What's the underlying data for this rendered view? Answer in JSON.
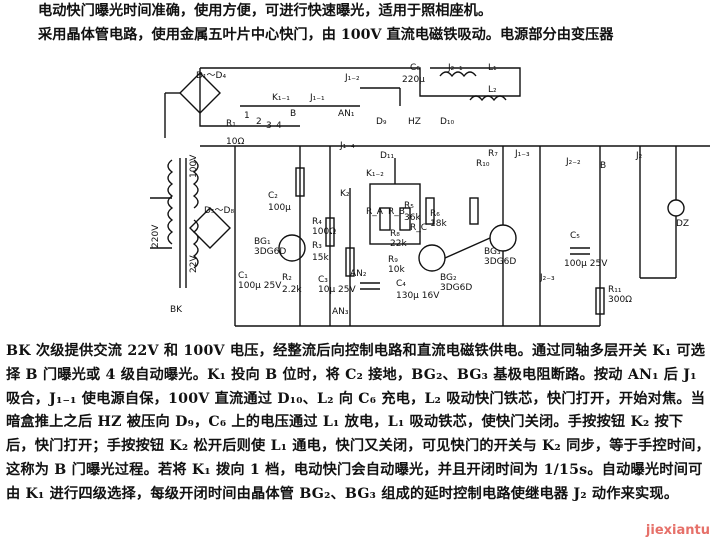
{
  "text": {
    "line1": "电动快门曝光时间准确，使用方便，可进行快速曝光，适用于照相座机。",
    "line2": "采用晶体管电路，使用金属五叶片中心快门，由 100V 直流电磁铁吸动。电源部分由变压器",
    "paragraph": "BK 次级提供交流 22V 和 100V 电压，经整流后向控制电路和直流电磁铁供电。通过同轴多层开关 K₁ 可选择 B 门曝光或 4 级自动曝光。K₁ 投向 B 位时，将 C₂ 接地，BG₂、BG₃ 基极电阻断路。按动 AN₁ 后 J₁ 吸合，J₁₋₁ 使电源自保，100V 直流通过 D₁₀、L₂ 向 C₆ 充电，L₂ 吸动快门铁芯，快门打开，开始对焦。当暗盒推上之后 HZ 被压向 D₉，C₆ 上的电压通过 L₁ 放电，L₁ 吸动铁芯，使快门关闭。手按按钮 K₂ 按下后，快门打开；手按按钮 K₂ 松开后则使 L₁ 通电，快门又关闭，可见快门的开关与 K₂ 同步，等于手控时间，这称为 B 门曝光过程。若将 K₁ 拨向 1 档，电动快门会自动曝光，并且开闭时间为 1/15s。自动曝光时间可由 K₁ 进行四级选择，每级开闭时间由晶体管 BG₂、BG₃ 组成的延时控制电路使继电器 J₂ 动作来实现。"
  },
  "watermark": "jiexiantu",
  "diagram": {
    "labels": {
      "d1_d4": "D₁～D₄",
      "d5_d8": "D₅～D₈",
      "j1_1": "J₁₋₁",
      "j2_1": "J₂₋₁",
      "j2_2": "J₂₋₂",
      "j1_2": "J₁₋₂",
      "j1_3": "J₁₋₃",
      "j1_4": "J₁₋₄",
      "k1_1": "K₁₋₁",
      "k1_2": "K₁₋₂",
      "k2": "K₂",
      "l1": "L₁",
      "l2": "L₂",
      "c6": "C₆",
      "c6_val": "220μ",
      "an1": "AN₁",
      "an2": "AN₂",
      "an3": "AN₃",
      "d9": "D₉",
      "d10": "D₁₀",
      "d11": "D₁₁",
      "hz": "HZ",
      "r1": "R₁",
      "r1_val": "10Ω",
      "b": "B",
      "sw_1": "1",
      "sw_2": "2",
      "sw_3": "3",
      "sw_4": "4",
      "v100": "100V",
      "v220": "220V",
      "v22": "22V",
      "bk": "BK",
      "c1": "C₁",
      "c1_val": "100μ 25V",
      "c2": "C₂",
      "c2_val": "100μ",
      "c3": "C₃",
      "c3_val": "10μ 25V",
      "c4": "C₄",
      "c4_val": "130μ 16V",
      "c5": "C₅",
      "c5_val": "100μ 25V",
      "r2": "R₂",
      "r2_val": "2.2k",
      "r3": "R₃",
      "r3_val": "15k",
      "r4": "R₄",
      "r4_val": "100Ω",
      "r5": "R₅",
      "r5_val": "36k",
      "r6": "R₆",
      "r6_val": "18k",
      "r7": "R₇",
      "r8": "R₈",
      "r8_val": "22k",
      "r9": "R₉",
      "r9_val": "10k",
      "r10": "R₁₀",
      "r11": "R₁₁",
      "r11_val": "300Ω",
      "ra": "R_A",
      "rb": "R_B",
      "rc": "R_C",
      "bg1": "BG₁",
      "bg1_type": "3DG6D",
      "bg2": "BG₂",
      "bg2_type": "3DG6D",
      "bg3": "BG₃",
      "bg3_type": "3DG6D",
      "dz": "DZ",
      "j2": "J₂",
      "j2_3": "J₂₋₃",
      "sw_b": "B"
    }
  }
}
